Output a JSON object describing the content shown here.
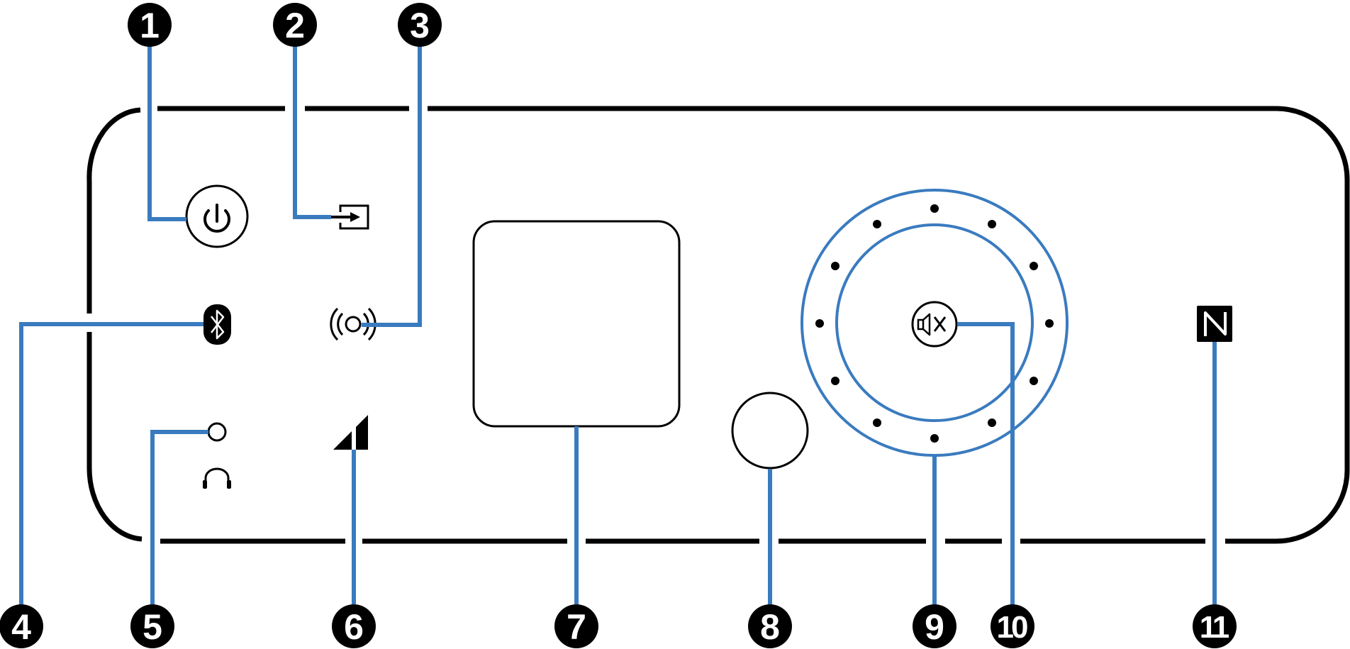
{
  "colors": {
    "outline": "#000000",
    "leader": "#3a7bbf",
    "callout_background": "#000000",
    "callout_text": "#ffffff",
    "background": "#ffffff"
  },
  "callouts": [
    {
      "number": "1",
      "target": "power-button"
    },
    {
      "number": "2",
      "target": "input-select-button"
    },
    {
      "number": "3",
      "target": "network-setup-button"
    },
    {
      "number": "4",
      "target": "bluetooth-button"
    },
    {
      "number": "5",
      "target": "headphone-jack"
    },
    {
      "number": "6",
      "target": "remote-sensor"
    },
    {
      "number": "7",
      "target": "display"
    },
    {
      "number": "8",
      "target": "round-button"
    },
    {
      "number": "9",
      "target": "volume-knob"
    },
    {
      "number": "10",
      "target": "mute-button"
    },
    {
      "number": "11",
      "target": "nfc-mark"
    }
  ],
  "icons": {
    "power": "power-icon",
    "input": "input-icon",
    "network": "wireless-icon",
    "bluetooth": "bluetooth-icon",
    "headphone": "headphone-icon",
    "remote_sensor": "remote-sensor-icon",
    "mute": "mute-icon",
    "nfc": "nfc-icon"
  }
}
